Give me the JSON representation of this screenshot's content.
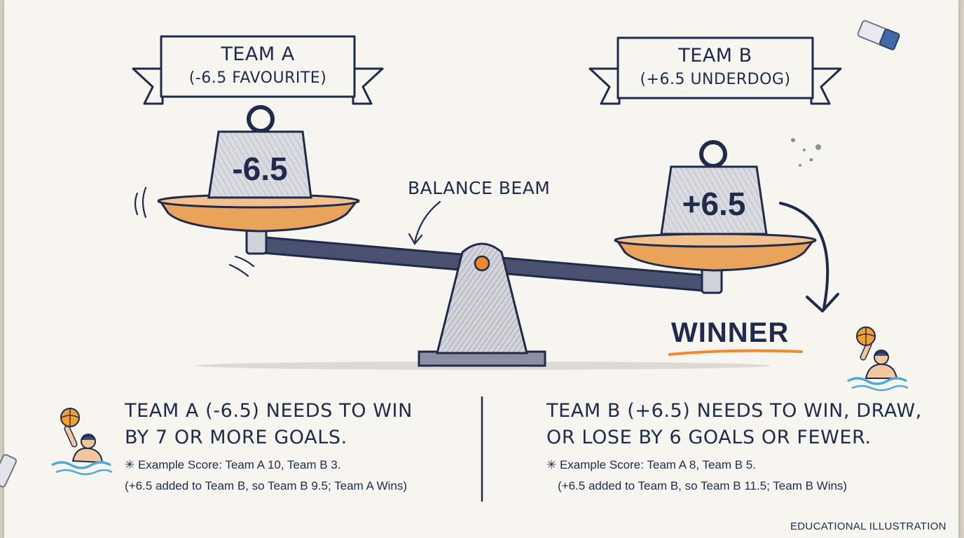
{
  "team_a": {
    "banner_line1": "TEAM A",
    "banner_line2": "(-6.5 FAVOURITE)",
    "weight_label": "-6.5",
    "rule_line1": "TEAM A (-6.5) NEEDS TO WIN",
    "rule_line2": "BY 7 OR MORE GOALS.",
    "example_line1": "✳ Example Score: Team A 10, Team B 3.",
    "example_line2": "(+6.5 added to Team B, so Team B 9.5; Team A Wins)"
  },
  "team_b": {
    "banner_line1": "TEAM B",
    "banner_line2": "(+6.5 UNDERDOG)",
    "weight_label": "+6.5",
    "winner_label": "WINNER",
    "rule_line1": "TEAM B (+6.5) NEEDS TO WIN, DRAW,",
    "rule_line2": "OR LOSE BY 6 GOALS OR FEWER.",
    "example_line1": "✳ Example Score: Team A 8, Team B 5.",
    "example_line2": "(+6.5 added to Team B, so Team B 11.5; Team B Wins)"
  },
  "beam_label": "BALANCE BEAM",
  "footer_label": "EDUCATIONAL ILLUSTRATION",
  "colors": {
    "ink": "#1f2a4d",
    "pan_orange": "#e9a35a",
    "pivot_orange": "#f08a2a",
    "weight_grey": "#c9cbd1",
    "water_blue": "#4fa9d8",
    "ball_orange": "#f0a030"
  },
  "icons": [
    "banner-ribbon-icon",
    "weight-icon",
    "scale-pan-icon",
    "pivot-stand-icon",
    "curved-arrow-icon",
    "water-polo-player-icon",
    "eraser-icon"
  ]
}
